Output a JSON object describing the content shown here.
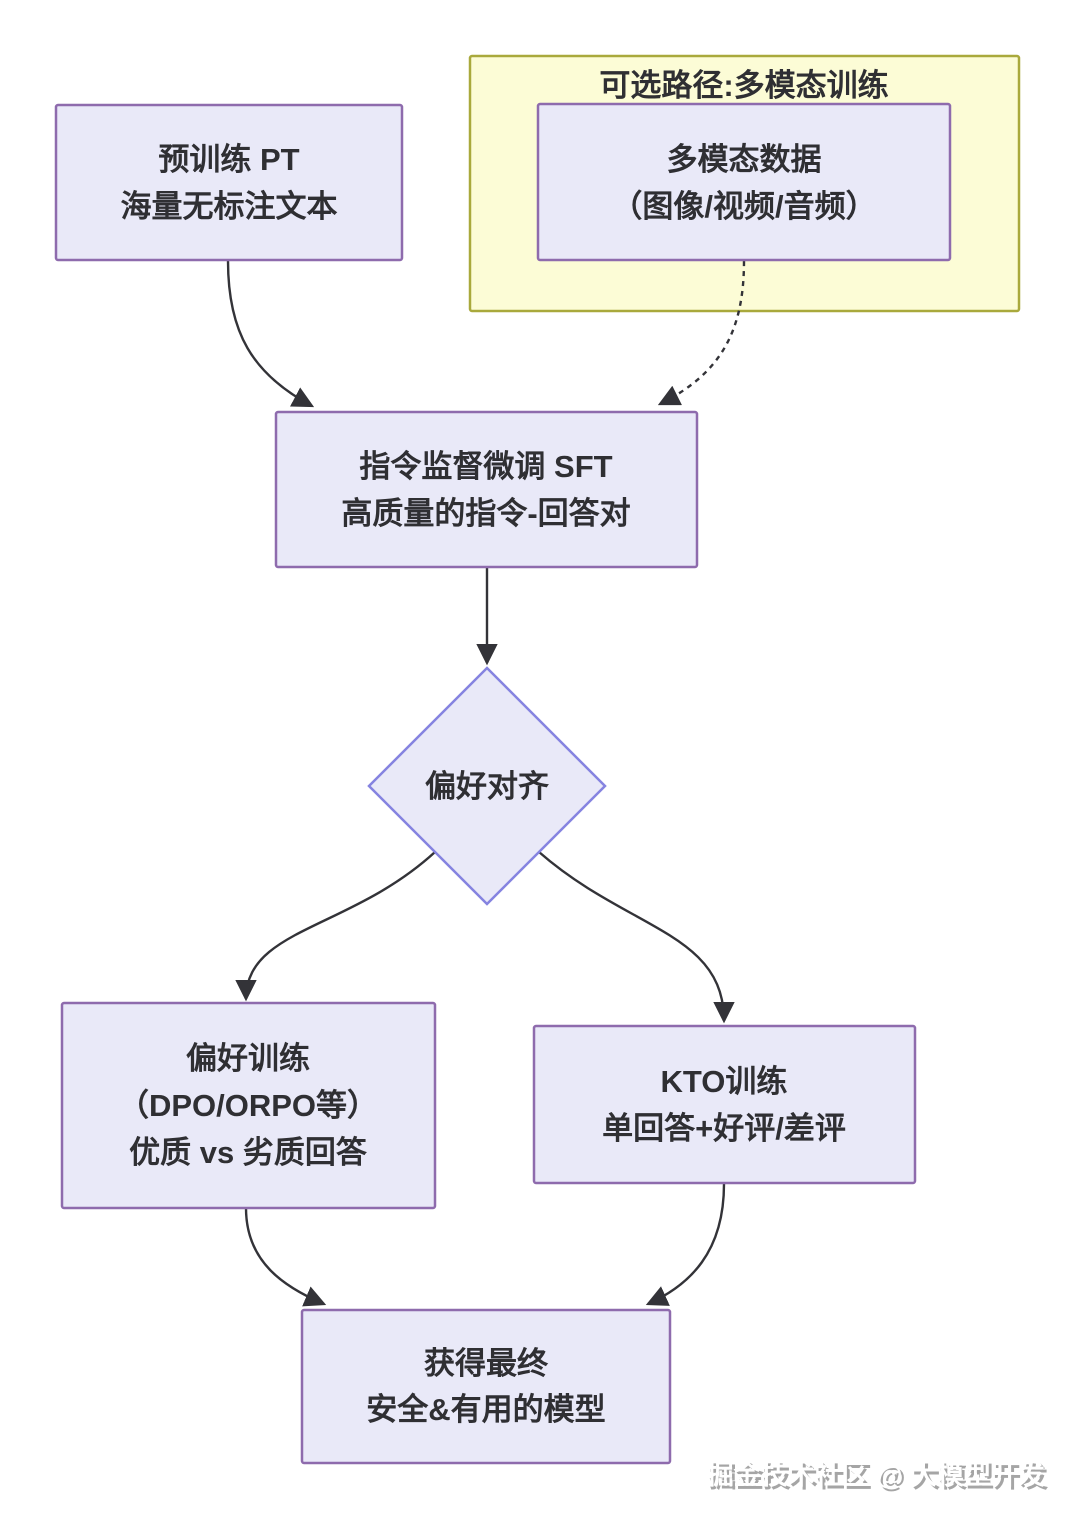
{
  "diagram": {
    "type": "flowchart",
    "colors": {
      "background": "#FFFFFF",
      "node_fill": "#E9E9F8",
      "node_border": "#8E6BAD",
      "diamond_border": "#8583E0",
      "group_fill": "#FCFCD6",
      "group_border": "#A9A93C",
      "arrow": "#333338",
      "text": "#2F2F33",
      "watermark_fill": "#FFFFFF",
      "watermark_shadow": "#9C9C9C"
    },
    "group": {
      "title": "可选路径:多模态训练"
    },
    "nodes": {
      "pretrain": {
        "line1": "预训练 PT",
        "line2": "海量无标注文本"
      },
      "multimodal": {
        "line1": "多模态数据",
        "line2": "（图像/视频/音频）"
      },
      "sft": {
        "line1": "指令监督微调 SFT",
        "line2": "高质量的指令-回答对"
      },
      "decision": {
        "label": "偏好对齐"
      },
      "preference": {
        "line1": "偏好训练",
        "line2": "（DPO/ORPO等）",
        "line3": "优质 vs 劣质回答"
      },
      "kto": {
        "line1": "KTO训练",
        "line2": "单回答+好评/差评"
      },
      "final": {
        "line1": "获得最终",
        "line2": "安全&有用的模型"
      }
    },
    "watermark": "掘金技术社区 @ 大模型开发"
  }
}
